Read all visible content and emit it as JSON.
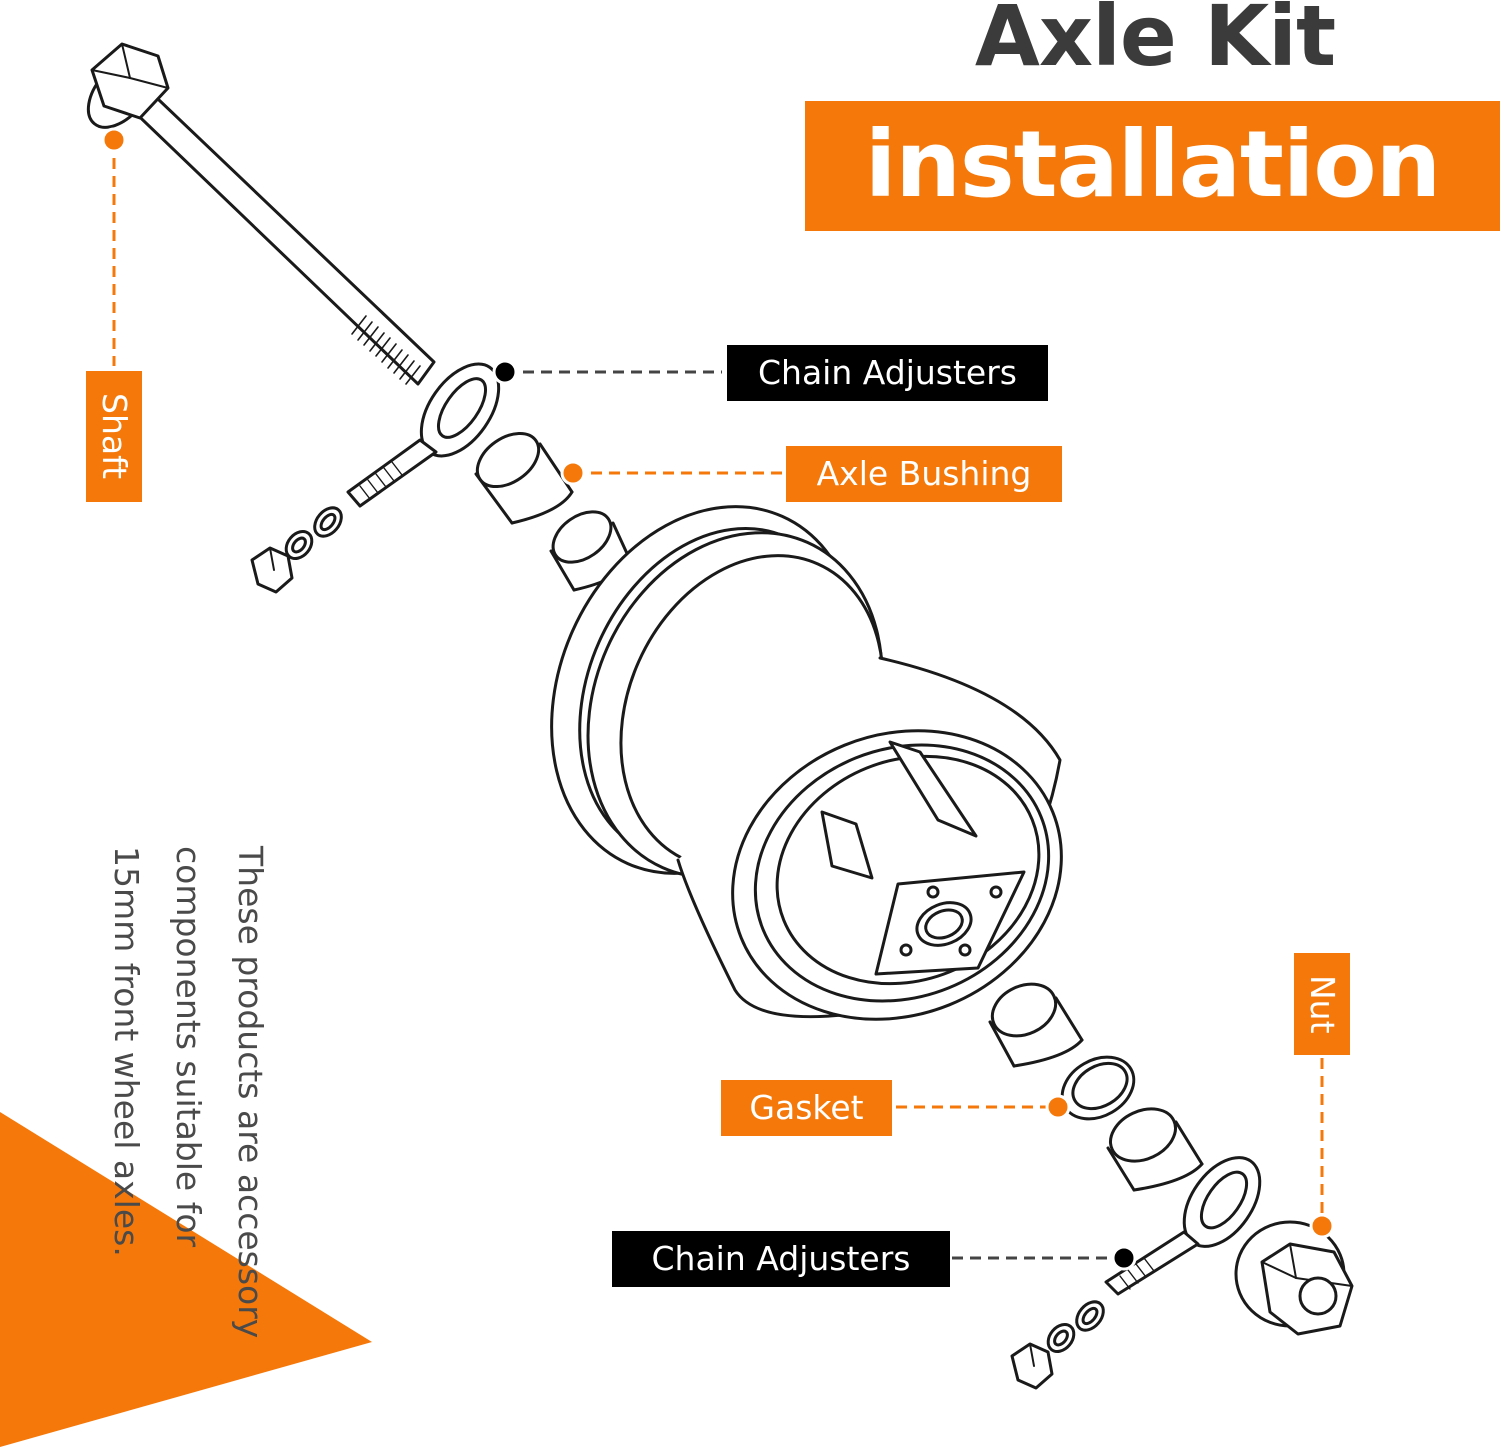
{
  "title": {
    "line1": "Axle Kit",
    "line2": "installation"
  },
  "colors": {
    "accent": "#f5780a",
    "title": "#3b3b3b",
    "label_dark": "#000000",
    "outline": "#1a1a1a"
  },
  "labels": {
    "shaft": "Shaft",
    "chain_adjusters_top": "Chain Adjusters",
    "axle_bushing": "Axle Bushing",
    "nut": "Nut",
    "gasket": "Gasket",
    "chain_adjusters_bottom": "Chain Adjusters"
  },
  "note": {
    "line1": "These products are accessory",
    "line2": "components suitable for",
    "line3": "15mm front wheel axles."
  }
}
